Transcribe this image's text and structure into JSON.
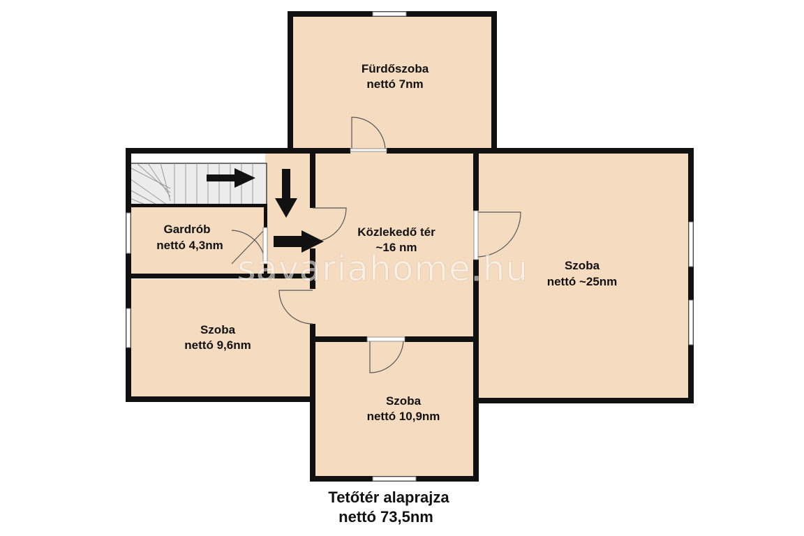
{
  "colors": {
    "floor": "#f5dcc1",
    "wall": "#111111",
    "window": "#ffffff",
    "stairs": "#ececec"
  },
  "watermark": "savariahome.hu",
  "rooms": {
    "bathroom": {
      "name": "Fürdőszoba",
      "area": "nettó 7nm"
    },
    "hallway": {
      "name": "Közlekedő tér",
      "area": "~16 nm"
    },
    "wardrobe": {
      "name": "Gardrób",
      "area": "nettó 4,3nm"
    },
    "room_large": {
      "name": "Szoba",
      "area": "nettó ~25nm"
    },
    "room_left": {
      "name": "Szoba",
      "area": "nettó 9,6nm"
    },
    "room_bottom": {
      "name": "Szoba",
      "area": "nettó 10,9nm"
    }
  },
  "footer": {
    "title": "Tetőtér alaprajza",
    "total": "nettó 73,5nm"
  }
}
